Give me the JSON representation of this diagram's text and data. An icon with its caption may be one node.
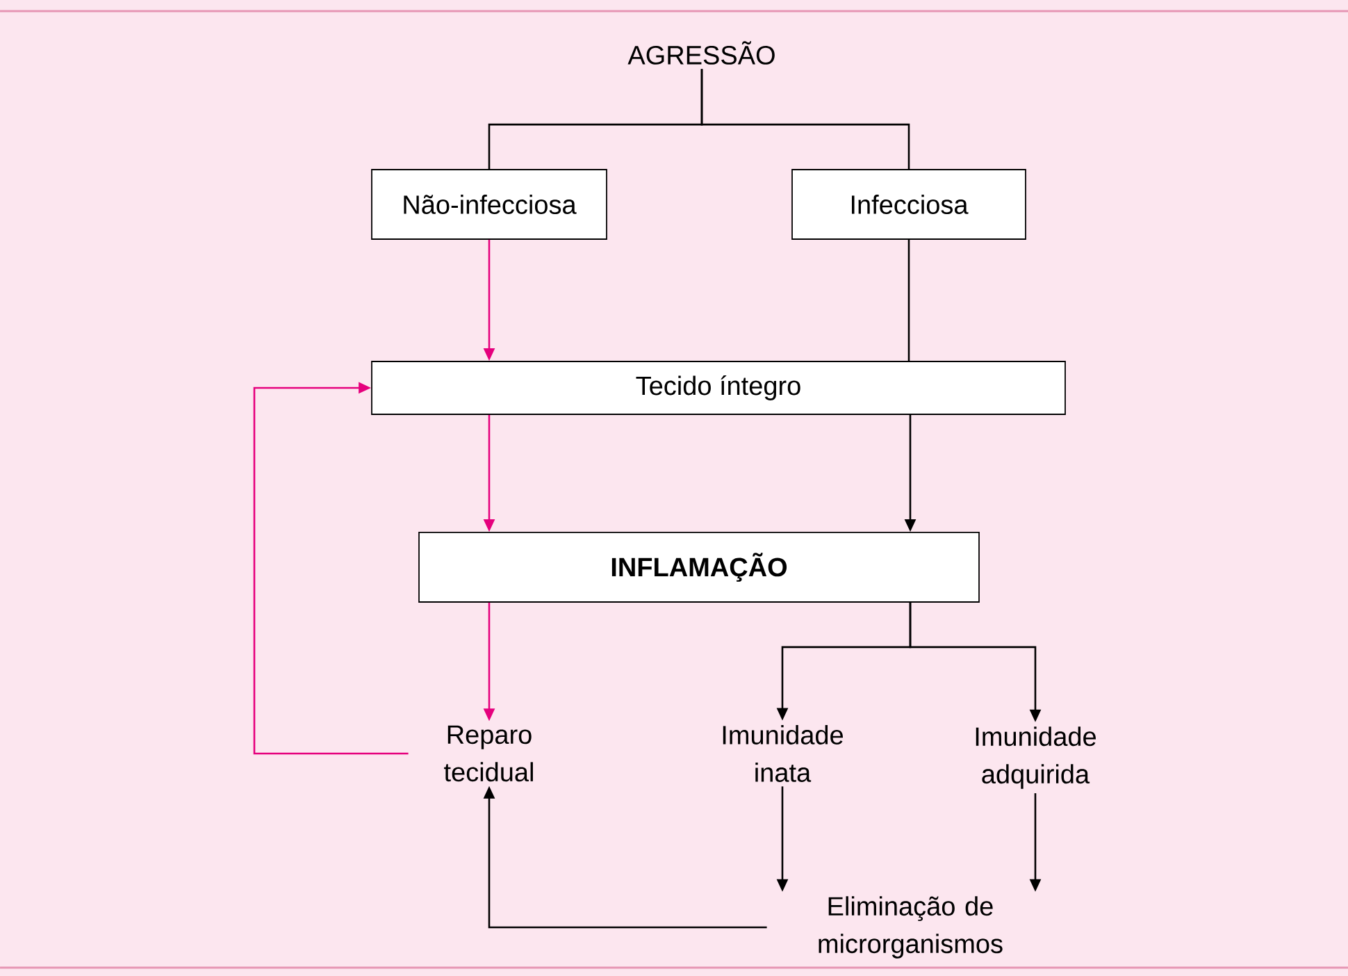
{
  "diagram": {
    "nodes": [
      {
        "text": [
          "AGRESSÃO"
        ]
      },
      {
        "text": [
          "Não-infecciosa"
        ]
      },
      {
        "text": [
          "Infecciosa"
        ]
      },
      {
        "text": [
          "Tecido íntegro"
        ]
      },
      {
        "text": [
          "INFLAMAÇÃO"
        ]
      },
      {
        "text": [
          "Reparo tecidual"
        ]
      },
      {
        "text": [
          "Imunidade inata"
        ]
      },
      {
        "text": [
          "Imunidade adquirida"
        ]
      },
      {
        "text": [
          "Eliminação de microrganismos"
        ]
      }
    ],
    "edges": [
      {
        "from": 0,
        "to": 1,
        "arrow": "none"
      },
      {
        "from": 0,
        "to": 2,
        "arrow": "none"
      },
      {
        "from": 1,
        "to": 3,
        "arrow": "to",
        "color": "#e5007d"
      },
      {
        "from": 2,
        "to": 3,
        "arrow": "none"
      },
      {
        "from": 3,
        "to": 4,
        "arrow": "to"
      },
      {
        "from": 3,
        "to": 4,
        "arrow": "to",
        "color": "#e5007d"
      },
      {
        "from": 4,
        "to": 5,
        "arrow": "to",
        "color": "#e5007d"
      },
      {
        "from": 4,
        "to": 6,
        "arrow": "to"
      },
      {
        "from": 4,
        "to": 7,
        "arrow": "to"
      },
      {
        "from": 5,
        "to": 3,
        "arrow": "to",
        "color": "#e5007d"
      },
      {
        "from": 6,
        "to": 8,
        "arrow": "to"
      },
      {
        "from": 7,
        "to": 8,
        "arrow": "to"
      },
      {
        "from": 8,
        "to": 5,
        "arrow": "to"
      }
    ]
  }
}
